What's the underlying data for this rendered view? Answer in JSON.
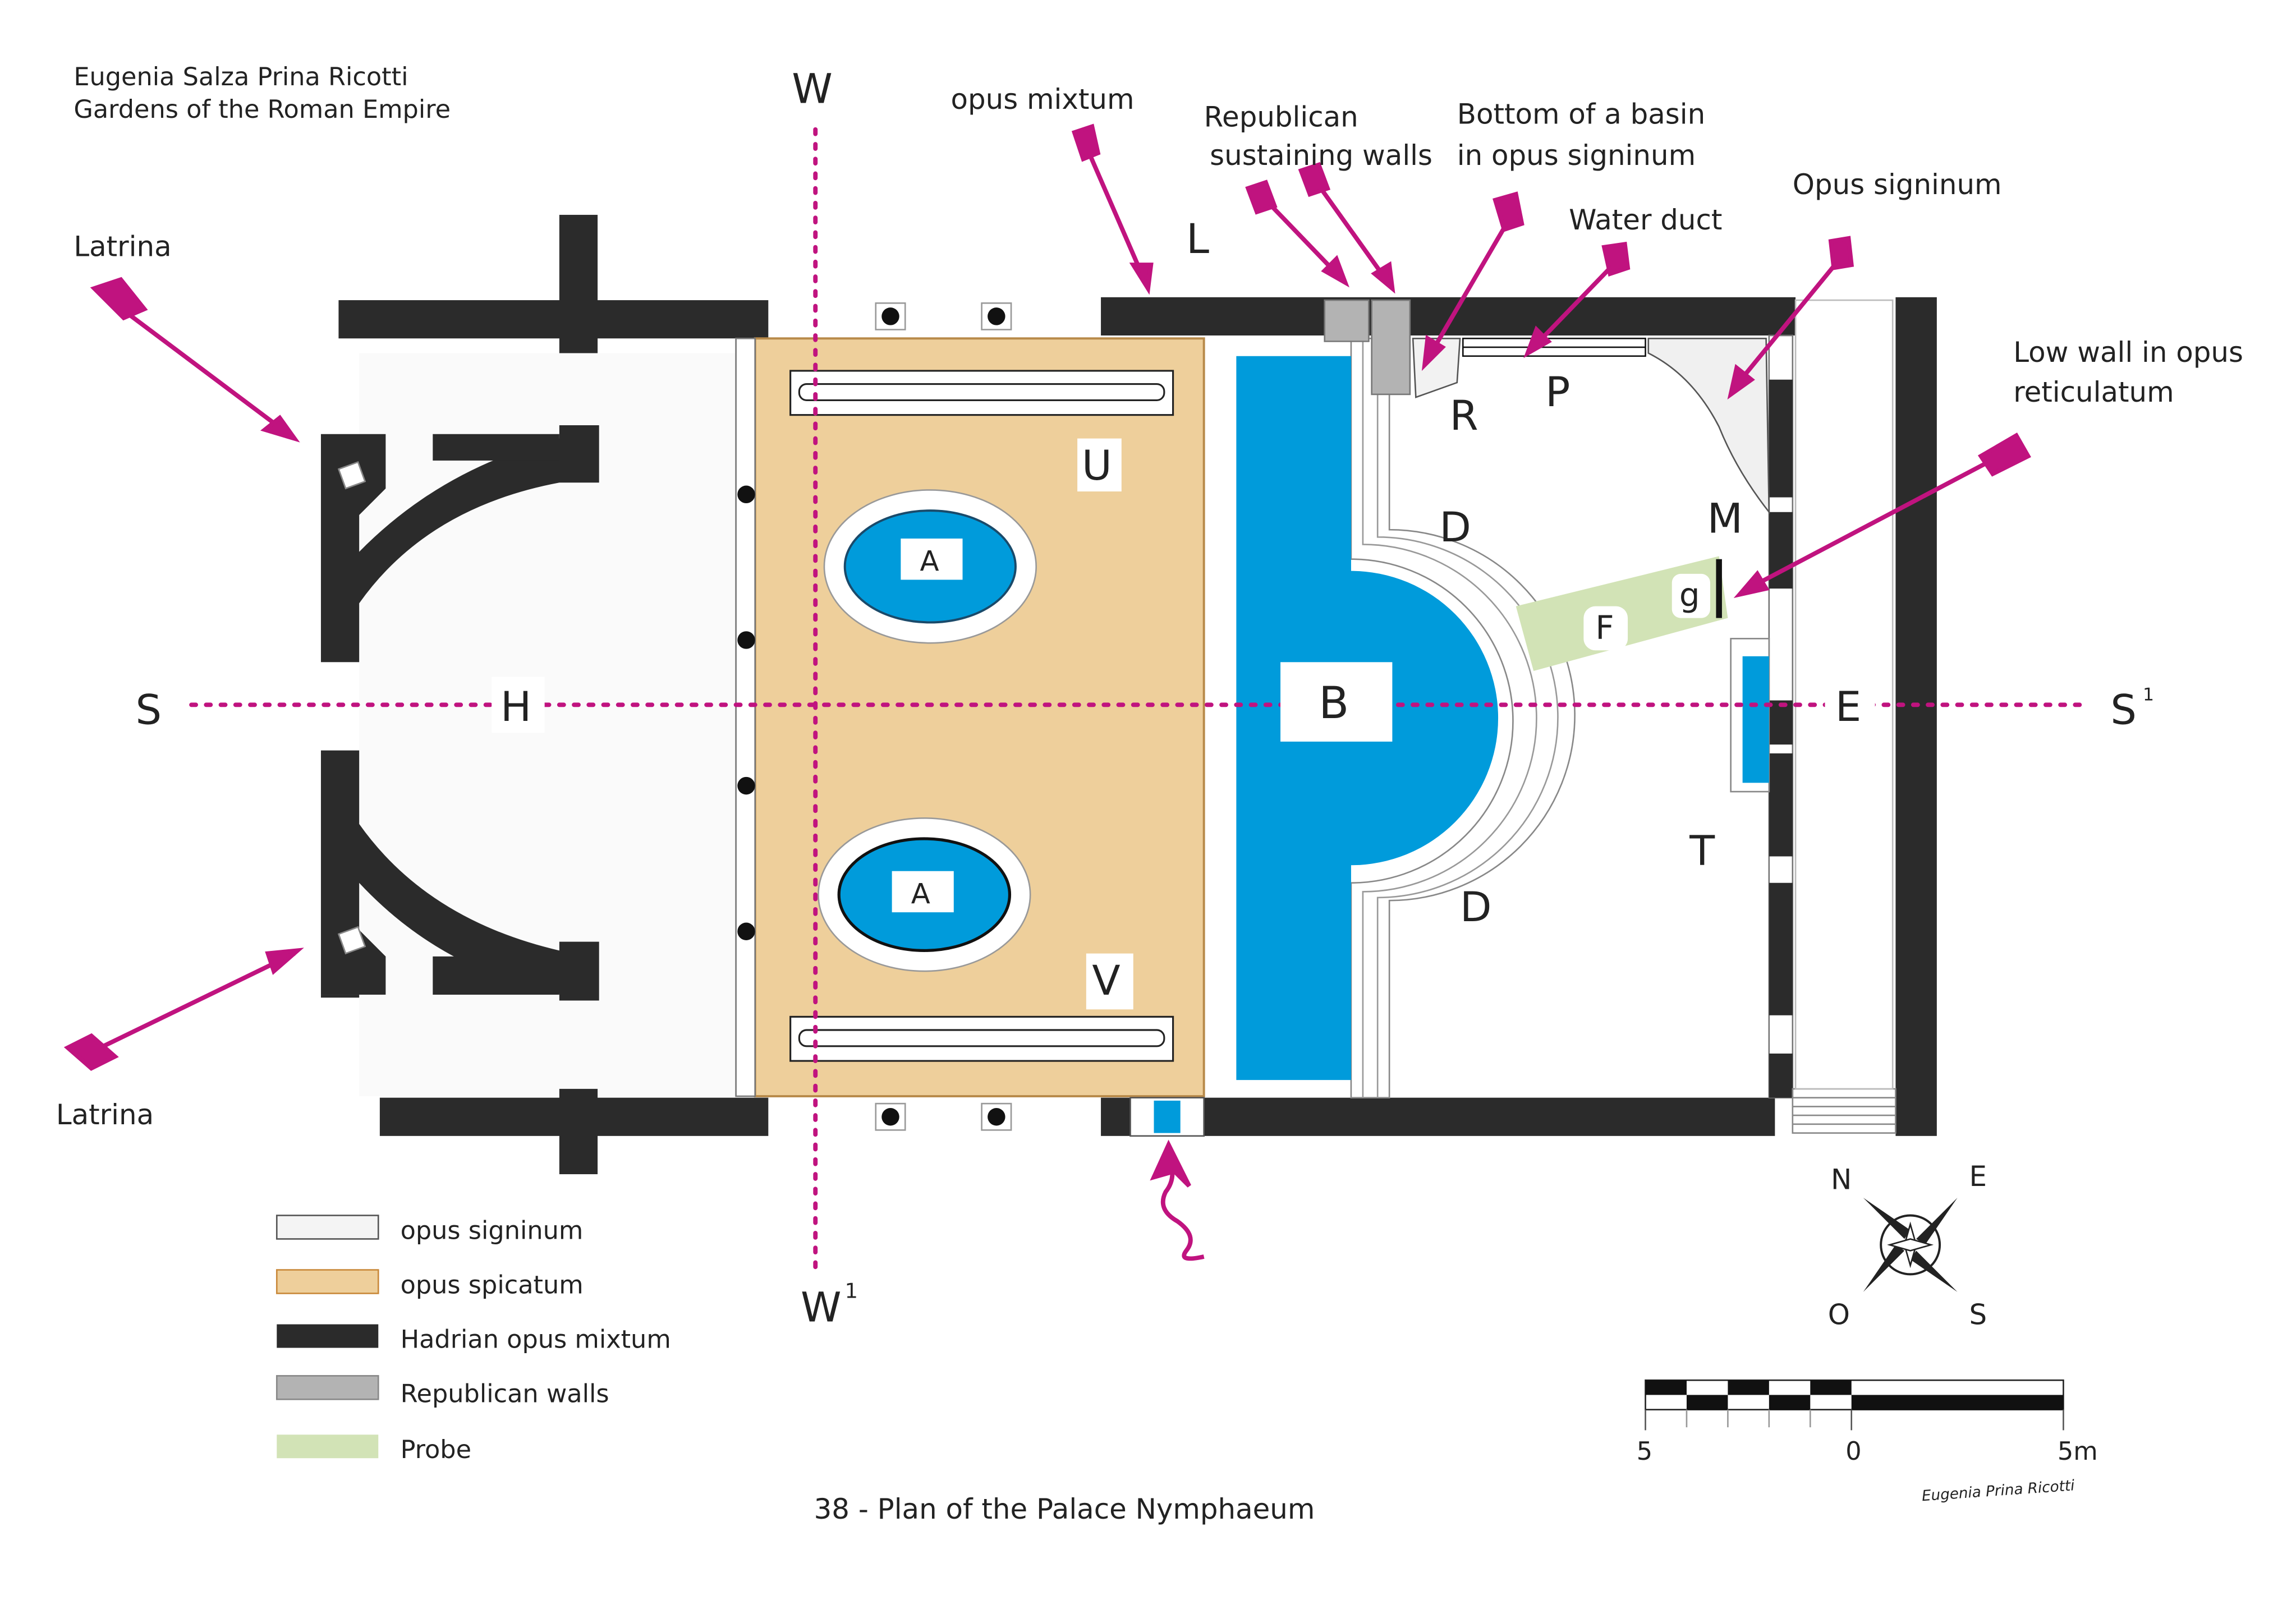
{
  "credit": {
    "author": "Eugenia Salza Prina Ricotti",
    "book": "Gardens of the Roman Empire"
  },
  "caption": "38 - Plan of the Palace Nymphaeum",
  "annotations": {
    "latrina_top": "Latrina",
    "latrina_bottom": "Latrina",
    "opus_mixtum": "opus mixtum",
    "republican_line1": "Republican",
    "republican_line2": "sustaining  walls",
    "basin_line1": "Bottom of a basin",
    "basin_line2": "in opus signinum",
    "water_duct": "Water duct",
    "opus_signinum": "Opus  signinum",
    "low_wall_line1": "Low wall in opus",
    "low_wall_line2": "reticulatum"
  },
  "axes": {
    "w": "W",
    "w1": "W",
    "w1_sup": "1",
    "s": "S",
    "s1": "S",
    "s1_sup": "1"
  },
  "letters": {
    "L": "L",
    "U": "U",
    "R": "R",
    "P": "P",
    "M": "M",
    "D_top": "D",
    "D_bottom": "D",
    "H": "H",
    "E": "E",
    "T": "T",
    "V": "V",
    "F": "F",
    "g": "g",
    "B": "B",
    "A_top": "A",
    "A_bottom": "A"
  },
  "legend": [
    {
      "label": "opus signinum",
      "color": "#f4f4f4"
    },
    {
      "label": "opus spicatum",
      "color": "#eecf9b"
    },
    {
      "label": "Hadrian opus mixtum",
      "color": "#2b2b2b"
    },
    {
      "label": "Republican walls",
      "color": "#b3b3b3"
    },
    {
      "label": "Probe",
      "color": "#d2e3b6"
    }
  ],
  "compass": {
    "n": "N",
    "e": "E",
    "o": "O",
    "s": "S"
  },
  "scale": {
    "left": "5",
    "mid": "0",
    "right": "5m"
  },
  "signature": "Eugenia Prina Ricotti",
  "colors": {
    "wall": "#2b2b2b",
    "water": "#009bdb",
    "spicatum": "#eecf9b",
    "probe": "#d2e3b6",
    "republican": "#b3b3b3",
    "arrow": "#c0137f",
    "axis": "#c0137f"
  },
  "icons": {
    "arrows": "arrow-icon",
    "compass": "compass-rose-icon"
  }
}
